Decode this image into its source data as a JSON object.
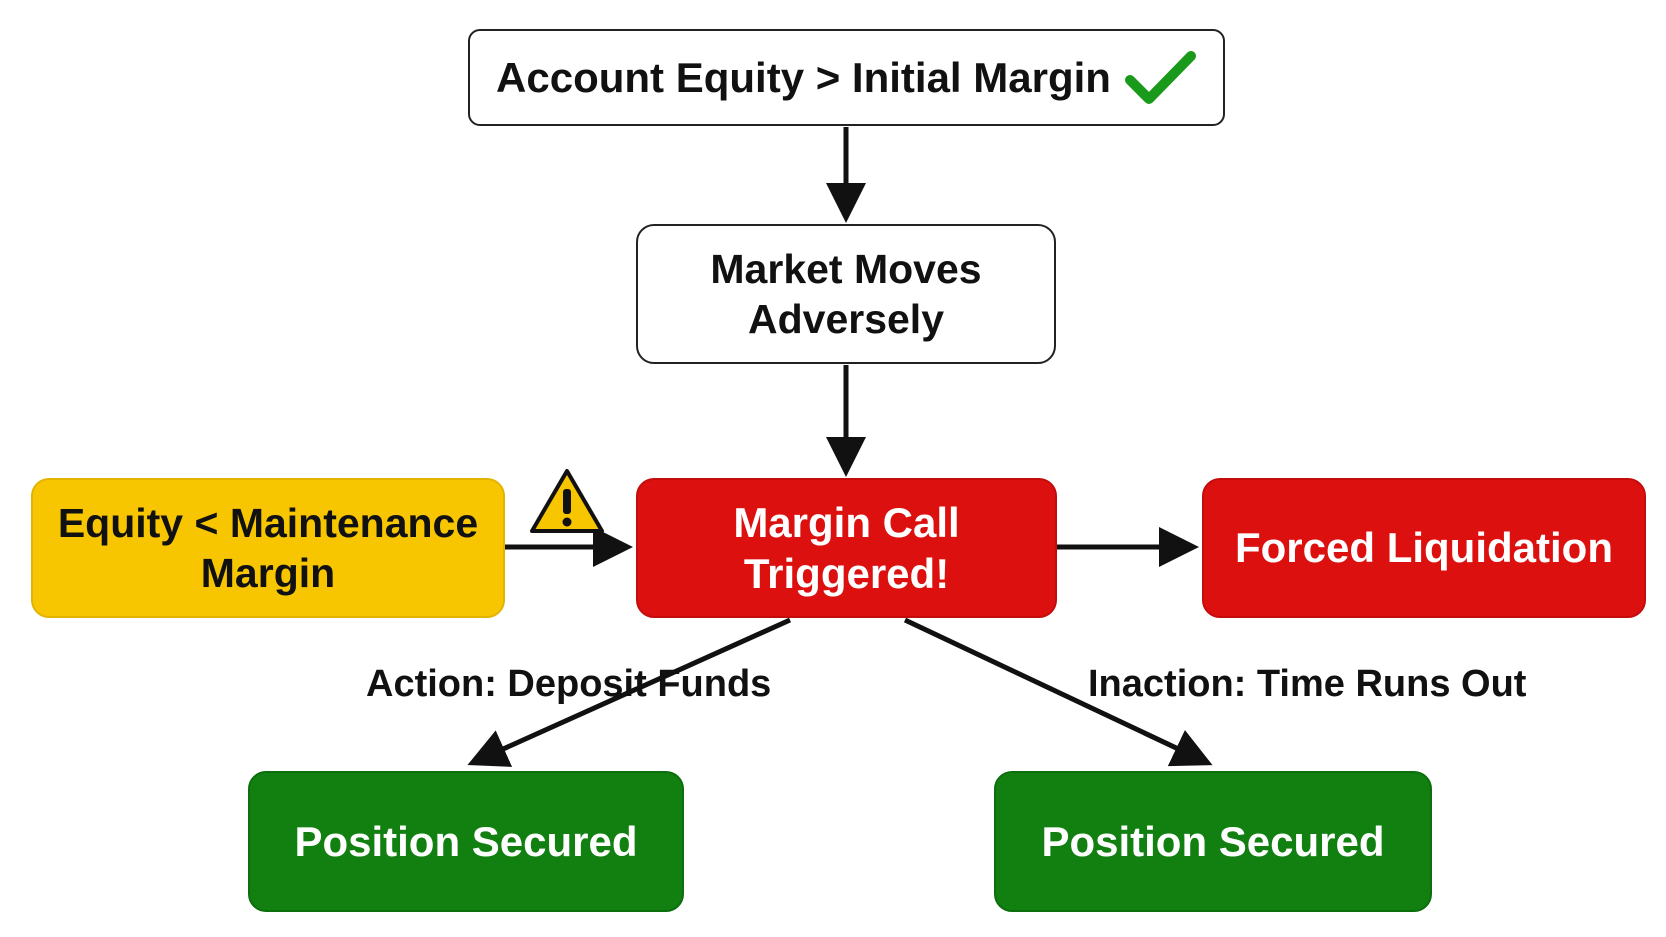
{
  "nodes": {
    "start": {
      "label": "Account Equity > Initial Margin",
      "icon": "check-icon",
      "icon_color": "#1a9a1a"
    },
    "market": {
      "line1": "Market Moves",
      "line2": "Adversely"
    },
    "equity": {
      "line1": "Equity < Maintenance",
      "line2": "Margin",
      "icon": "warning-icon"
    },
    "margin_call": {
      "line1": "Margin Call",
      "line2": "Triggered!"
    },
    "forced": {
      "label": "Forced Liquidation"
    },
    "left_secured": {
      "label": "Position Secured"
    },
    "right_secured": {
      "label": "Position Secured"
    }
  },
  "edges": {
    "action": {
      "label": "Action: Deposit Funds"
    },
    "inaction": {
      "label": "Inaction: Time Runs Out"
    }
  },
  "colors": {
    "white_node": "#ffffff",
    "yellow_node": "#f7c600",
    "red_node": "#dd1010",
    "green_node": "#118011",
    "arrow": "#111111",
    "warning_fill": "#f7c600"
  }
}
